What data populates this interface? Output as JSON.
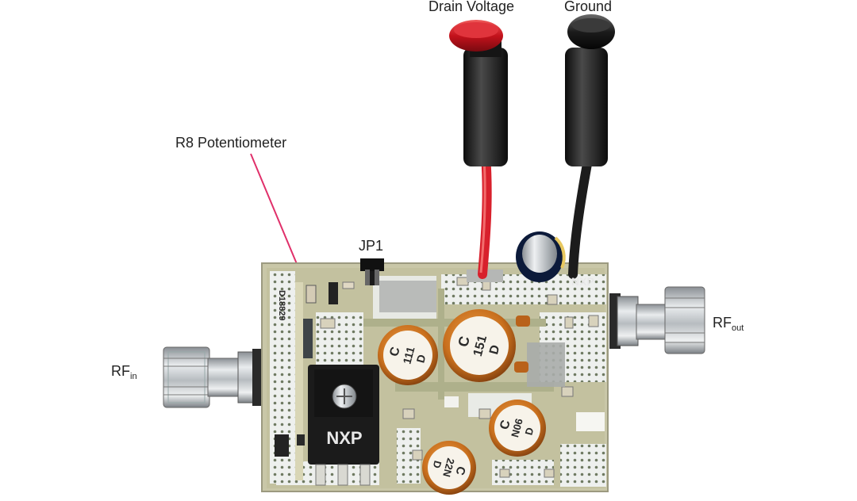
{
  "labels": {
    "drain_voltage": "Drain Voltage",
    "ground": "Ground",
    "r8": "R8 Potentiometer",
    "jp1": "JP1",
    "rf_in_main": "RF",
    "rf_in_sub": "in",
    "rf_out_main": "RF",
    "rf_out_sub": "out"
  },
  "board_markings": {
    "logo": "NXP",
    "logo_small": "NXP",
    "pcb_id": "D18829",
    "inductors": [
      {
        "line1": "C",
        "line2": "111",
        "line3": "D"
      },
      {
        "line1": "C",
        "line2": "151",
        "line3": "D"
      },
      {
        "line1": "C",
        "line2": "90N",
        "line3": "D"
      },
      {
        "line1": "C",
        "line2": "22N",
        "line3": "D"
      }
    ]
  },
  "colors": {
    "annotation_arrow": "#e0306a",
    "drain_wire": "#d8202c",
    "ground_wire": "#1c1c1c",
    "pcb": "#c9c7a8",
    "copper_coil": "#c9701e"
  }
}
